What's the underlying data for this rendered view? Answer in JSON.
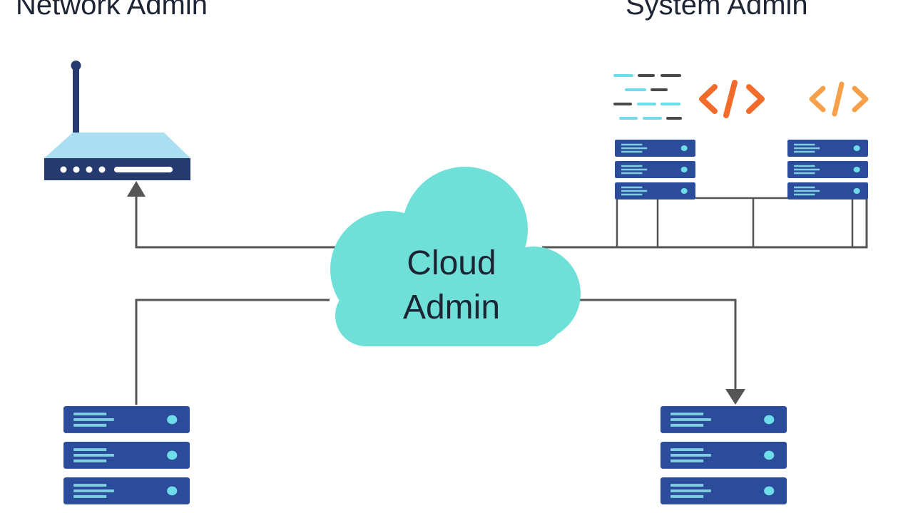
{
  "labels": {
    "network_admin": "Network Admin",
    "system_admin": "System Admin",
    "cloud_line1": "Cloud",
    "cloud_line2": "Admin"
  },
  "colors": {
    "background": "#ffffff",
    "cloud": "#6ee0d8",
    "server_body": "#2b4c9a",
    "server_stripe": "#7ecfe0",
    "server_led": "#6fdcea",
    "router_top": "#a9dff0",
    "router_body": "#253a6e",
    "connector": "#555555",
    "code_orange": "#f26b2a",
    "code_orange_light": "#f7a04a",
    "text_lines_teal": "#6fdcea",
    "text_lines_dark": "#4a4a4a"
  },
  "icons": [
    "router-icon",
    "server-rack-icon",
    "code-brackets-icon",
    "text-lines-icon",
    "cloud-icon",
    "arrow-up-icon",
    "arrow-down-icon"
  ]
}
